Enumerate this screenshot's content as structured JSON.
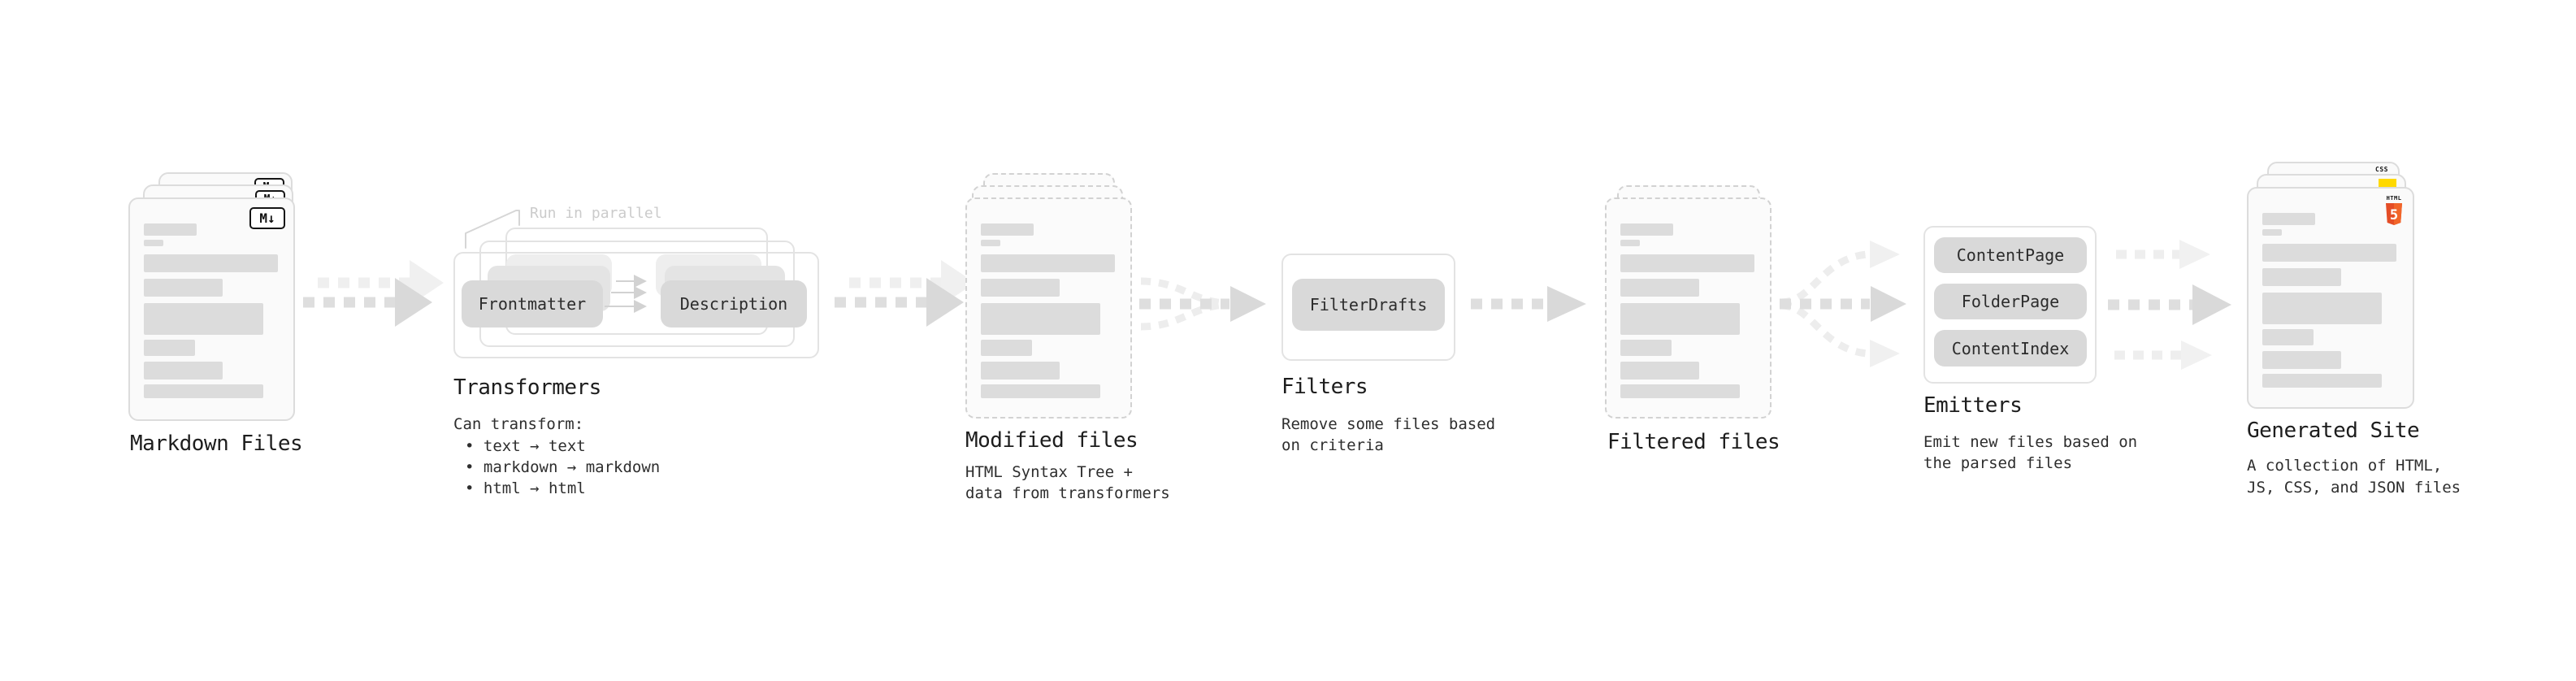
{
  "stages": {
    "markdown_files": {
      "label": "Markdown Files",
      "badge": "M↓"
    },
    "transformers": {
      "annotation": "Run in parallel",
      "pill_left": "Frontmatter",
      "pill_right": "Description",
      "label": "Transformers",
      "desc_title": "Can transform:",
      "bullets": [
        "• text → text",
        "• markdown → markdown",
        "• html → html"
      ]
    },
    "modified_files": {
      "label": "Modified files",
      "desc": [
        "HTML Syntax Tree +",
        "data from transformers"
      ]
    },
    "filters": {
      "pill": "FilterDrafts",
      "label": "Filters",
      "desc": [
        "Remove some files based",
        "on criteria"
      ]
    },
    "filtered_files": {
      "label": "Filtered files"
    },
    "emitters": {
      "pills": [
        "ContentPage",
        "FolderPage",
        "ContentIndex"
      ],
      "label": "Emitters",
      "desc": [
        "Emit new files based on",
        "the parsed files"
      ]
    },
    "generated_site": {
      "label": "Generated Site",
      "desc": [
        "A collection of HTML,",
        "JS, CSS, and JSON files"
      ],
      "css_badge": "CSS",
      "html_badge_title": "HTML",
      "html_badge_number": "5"
    }
  },
  "colors": {
    "html5_orange": "#e44d26",
    "html5_orange_light": "#f16529",
    "css_blue": "#2962ff",
    "js_yellow": "#ffd900",
    "pill_bg": "#d9d9d9",
    "arrow_main": "#dedede",
    "arrow_head": "#d9d9d9",
    "arrow_light": "#eeeeee",
    "placeholder_bar": "#dcdcdc"
  }
}
